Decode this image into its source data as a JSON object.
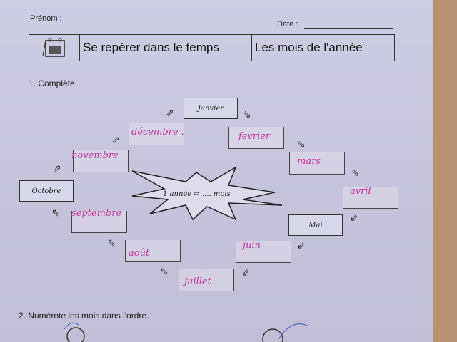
{
  "header": {
    "prenom_label": "Prénom :",
    "date_label": "Date :",
    "subject": "Se repérer dans le temps",
    "topic": "Les mois de l'année",
    "icon": "calendar-icon"
  },
  "exercise1": {
    "instruction": "1. Complète.",
    "center": "1 année ⇨ .... mois",
    "printed": {
      "janvier": "Janvier",
      "octobre": "Octobre",
      "mai": "Mai"
    },
    "handwritten": {
      "fevrier": "fevrier",
      "mars": "mars",
      "avril": "avril",
      "juin": "juin",
      "juillet": "juillet",
      "aout": "août",
      "septembre": "septembre",
      "novembre": "novembre",
      "decembre": "décembre ."
    }
  },
  "exercise2": {
    "instruction": "2. Numérote les mois dans l'ordre."
  }
}
